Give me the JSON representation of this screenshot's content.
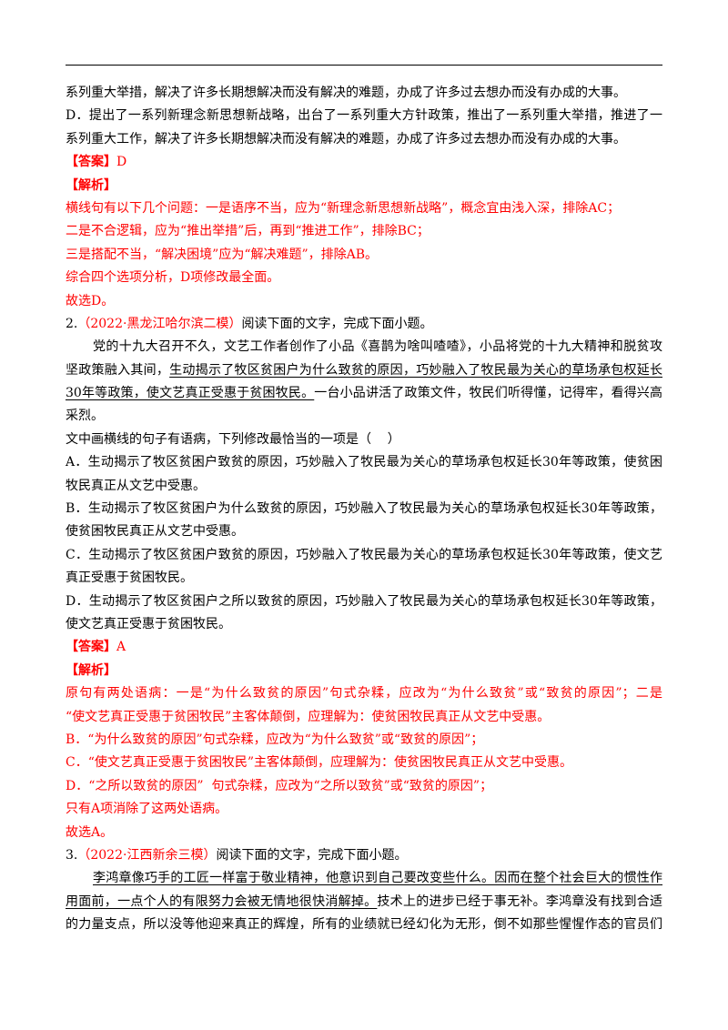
{
  "theme": {
    "red": "#ff0000"
  },
  "q1": {
    "option_c_tail": "系列重大举措，解决了许多长期想解决而没有解决的难题，办成了许多过去想办而没有办成的大事。",
    "option_d": [
      "D．提出了一系列新理念新思想新战略，出台了一系列重大方针政策，推出了一系列重大举措，推进了一",
      "系列重大工作，解决了许多长期想解决而没有解决的难题，办成了许多过去想办而没有办成的大事。"
    ],
    "answer_label": "【答案】",
    "answer": "D",
    "analysis_label": "【解析】",
    "analysis": [
      "横线句有以下几个问题：一是语序不当，应为“新理念新思想新战略”，概念宜由浅入深，排除AC；",
      "二是不合逻辑，应为“推出举措”后，再到“推进工作”，排除BC；",
      "三是搭配不当，“解决困境”应为“解决难题”，排除AB。",
      "综合四个选项分析，D项修改最全面。",
      "故选D。"
    ]
  },
  "q2": {
    "number": "2.",
    "source": "（2022·黑龙江哈尔滨二模）",
    "instruction": "阅读下面的文字，完成下面小题。",
    "passage": [
      {
        "text": "党的十九大召开不久，文艺工作者创作了小品《喜鹊为啥叫喳喳》，小品将党的十九大精神和脱贫攻"
      },
      {
        "before": "坚政策融入其间，",
        "underlined": "生动揭示了牧区贫困户为什么致贫的原因，巧妙融入了牧民最为关心的草场承包权延长"
      },
      {
        "underlined": "30年等政策，使文艺真正受惠于贫困牧民。",
        "after": "一台小品讲活了政策文件，牧民们听得懂，记得牢，看得兴高"
      },
      {
        "text": "采烈。"
      }
    ],
    "question": "文中画横线的句子有语病，下列修改最恰当的一项是（    ）",
    "options": [
      [
        "A．生动揭示了牧区贫困户致贫的原因，巧妙融入了牧民最为关心的草场承包权延长30年等政策，使贫困",
        "牧民真正从文艺中受惠。"
      ],
      [
        "B．生动揭示了牧区贫困户为什么致贫的原因，巧妙融入了牧民最为关心的草场承包权延长30年等政策，",
        "使贫困牧民真正从文艺中受惠。"
      ],
      [
        "C．生动揭示了牧区贫困户致贫的原因，巧妙融入了牧民最为关心的草场承包权延长30年等政策，使文艺",
        "真正受惠于贫困牧民。"
      ],
      [
        "D．生动揭示了牧区贫困户之所以致贫的原因，巧妙融入了牧民最为关心的草场承包权延长30年等政策，",
        "使文艺真正受惠于贫困牧民。"
      ]
    ],
    "answer_label": "【答案】",
    "answer": "A",
    "analysis_label": "【解析】",
    "analysis": [
      "原句有两处语病：一是“为什么致贫的原因”句式杂糅，应改为“为什么致贫”或“致贫的原因”；二是",
      "“使文艺真正受惠于贫困牧民”主客体颠倒，应理解为：使贫困牧民真正从文艺中受惠。",
      "B．“为什么致贫的原因”句式杂糅，应改为“为什么致贫”或“致贫的原因”；",
      "C．“使文艺真正受惠于贫困牧民”主客体颠倒，应理解为：使贫困牧民真正从文艺中受惠。",
      "D．“之所以致贫的原因”  句式杂糅，应改为“之所以致贫”或“致贫的原因”；",
      "只有A项消除了这两处语病。",
      "故选A。"
    ]
  },
  "q3": {
    "number": "3.",
    "source": "（2022·江西新余三模）",
    "instruction": "阅读下面的文字，完成下面小题。",
    "passage": [
      {
        "underlined": "李鸿章像巧手的工匠一样富于敬业精神，他意识到自己要改变些什么。因而在整个社会巨大的惯性作"
      },
      {
        "underlined": "用面前，一点个人的有限努力会被无情地很快消解掉。",
        "after": "技术上的进步已经于事无补。李鸿章没有找到合适"
      },
      {
        "text": "的力量支点，所以没等他迎来真正的辉煌，所有的业绩就已经幻化为无形，倒不如那些惺惺作态的官员们"
      }
    ]
  }
}
